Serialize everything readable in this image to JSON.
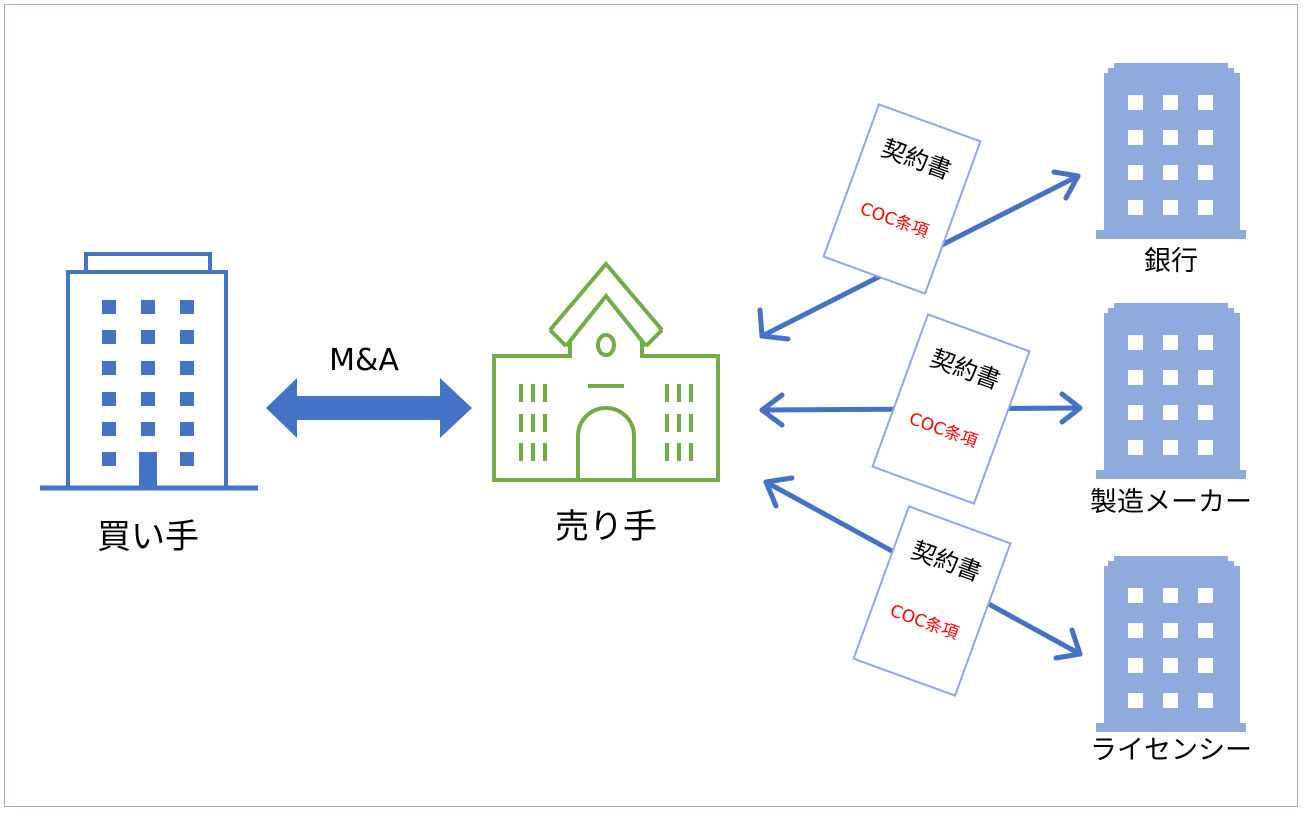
{
  "nodes": {
    "buyer": {
      "label": "買い手",
      "icon": "office-building-icon",
      "color": "#4472c4"
    },
    "seller": {
      "label": "売り手",
      "icon": "school-building-icon",
      "color": "#70ad47"
    },
    "bank": {
      "label": "銀行",
      "icon": "building-icon",
      "color": "#8faadc"
    },
    "manufacturer": {
      "label": "製造メーカー",
      "icon": "building-icon",
      "color": "#8faadc"
    },
    "licensee": {
      "label": "ライセンシー",
      "icon": "building-icon",
      "color": "#8faadc"
    }
  },
  "ma_arrow": {
    "label": "M&A",
    "color": "#4472c4"
  },
  "contracts": [
    {
      "title": "契約書",
      "clause": "COC条項"
    },
    {
      "title": "契約書",
      "clause": "COC条項"
    },
    {
      "title": "契約書",
      "clause": "COC条項"
    }
  ],
  "colors": {
    "arrow": "#4472c4",
    "clause_text": "#ff0000",
    "doc_border": "#8faadc"
  }
}
